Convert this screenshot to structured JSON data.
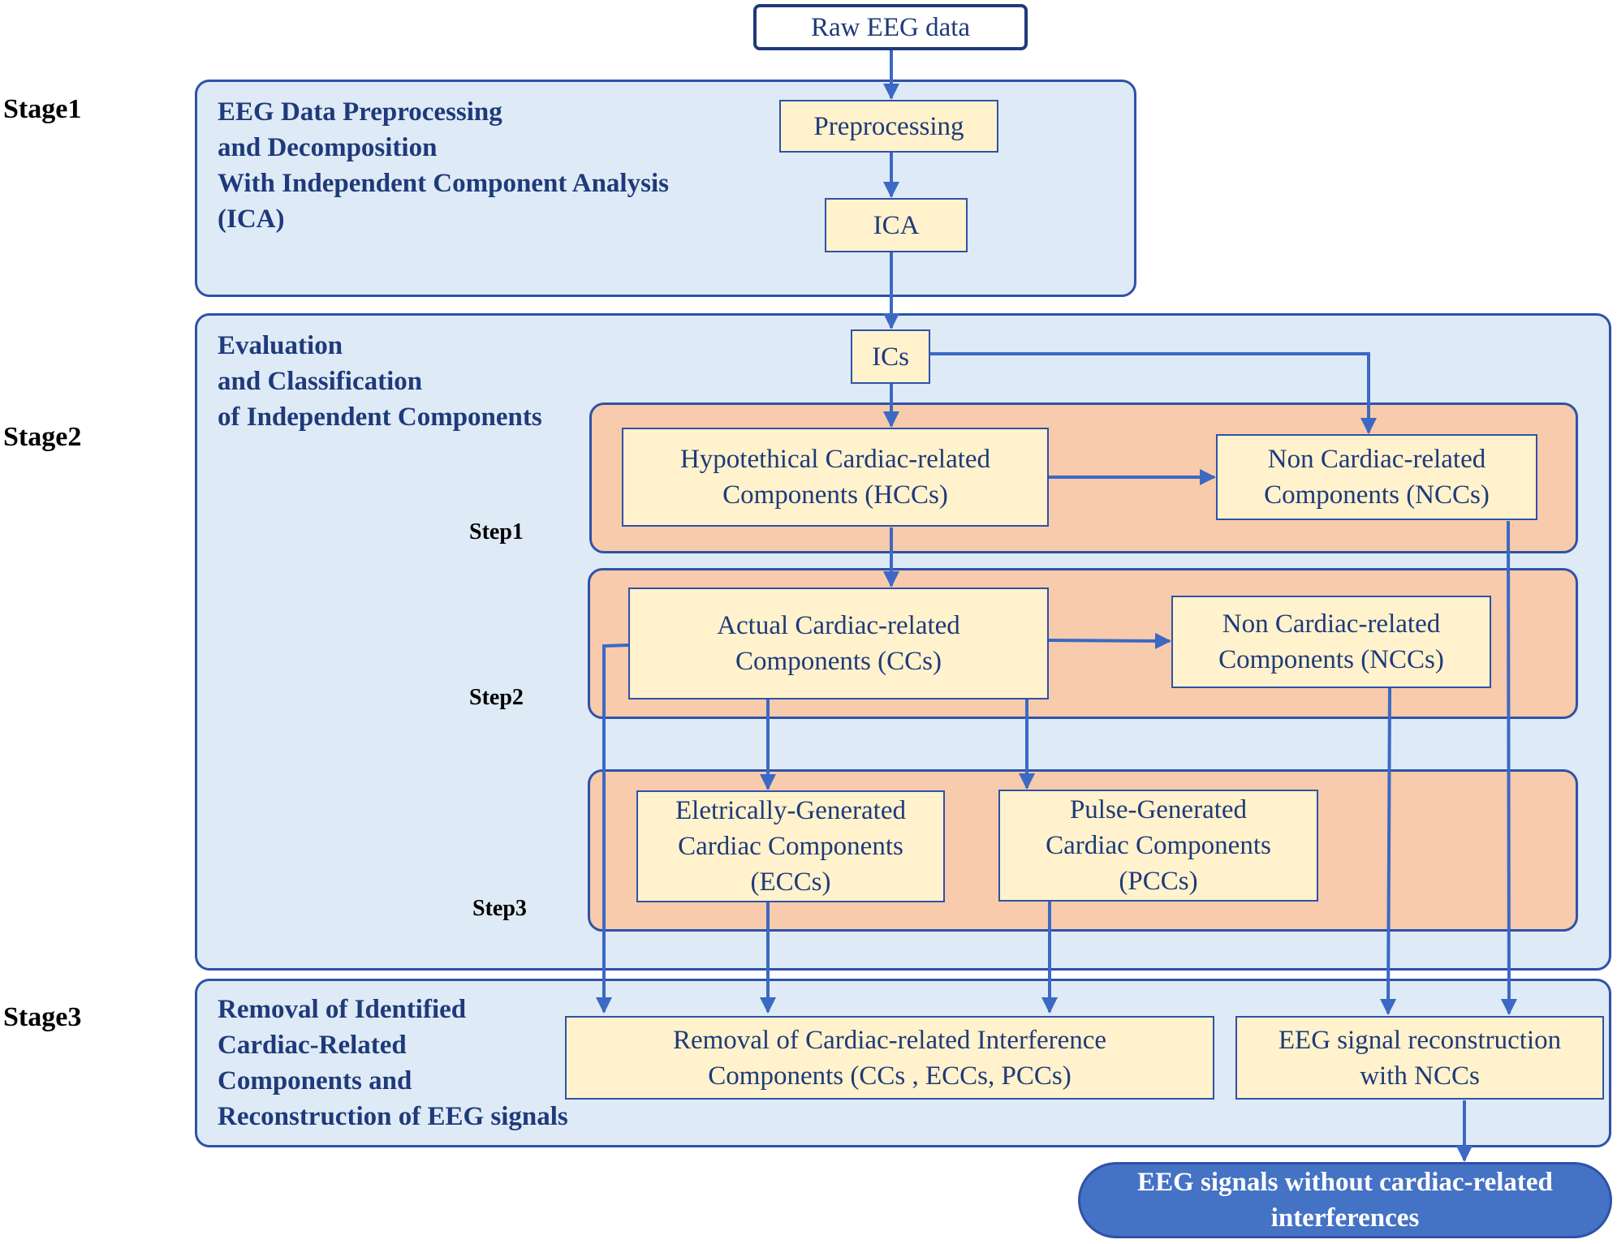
{
  "colors": {
    "stage_panel_fill": "#deeaf6",
    "step_panel_fill": "#f7cbab",
    "node_fill": "#fff2cc",
    "line_color": "#3b69c4",
    "title_text": "#1f3a7a",
    "final_fill": "#4472c4"
  },
  "stages": {
    "stage1": {
      "label": "Stage1",
      "title_lines": [
        "EEG Data Preprocessing",
        "and Decomposition",
        "With Independent Component Analysis",
        "(ICA)"
      ]
    },
    "stage2": {
      "label": "Stage2",
      "title_lines": [
        "Evaluation",
        "and Classification",
        "of Independent Components"
      ]
    },
    "stage3": {
      "label": "Stage3",
      "title_lines": [
        "Removal of Identified",
        "Cardiac-Related",
        "Components and",
        "Reconstruction of EEG signals"
      ]
    }
  },
  "steps": {
    "step1": "Step1",
    "step2": "Step2",
    "step3": "Step3"
  },
  "nodes": {
    "raw": {
      "lines": [
        "Raw EEG data"
      ]
    },
    "preprocessing": {
      "lines": [
        "Preprocessing"
      ]
    },
    "ica": {
      "lines": [
        "ICA"
      ]
    },
    "ics": {
      "lines": [
        "ICs"
      ]
    },
    "hccs": {
      "lines": [
        "Hypotethical Cardiac-related",
        "Components (HCCs)"
      ]
    },
    "nccs1": {
      "lines": [
        "Non Cardiac-related",
        "Components (NCCs)"
      ]
    },
    "ccs": {
      "lines": [
        "Actual Cardiac-related",
        "Components (CCs)"
      ]
    },
    "nccs2": {
      "lines": [
        "Non Cardiac-related",
        "Components (NCCs)"
      ]
    },
    "eccs": {
      "lines": [
        "Eletrically-Generated",
        "Cardiac Components",
        "(ECCs)"
      ]
    },
    "pccs": {
      "lines": [
        "Pulse-Generated",
        "Cardiac Components",
        "(PCCs)"
      ]
    },
    "removal": {
      "lines": [
        "Removal of Cardiac-related Interference",
        "Components (CCs , ECCs, PCCs)"
      ]
    },
    "reconstruction": {
      "lines": [
        "EEG signal reconstruction",
        "with NCCs"
      ]
    },
    "final": {
      "lines": [
        "EEG signals without cardiac-related",
        "interferences"
      ]
    }
  }
}
